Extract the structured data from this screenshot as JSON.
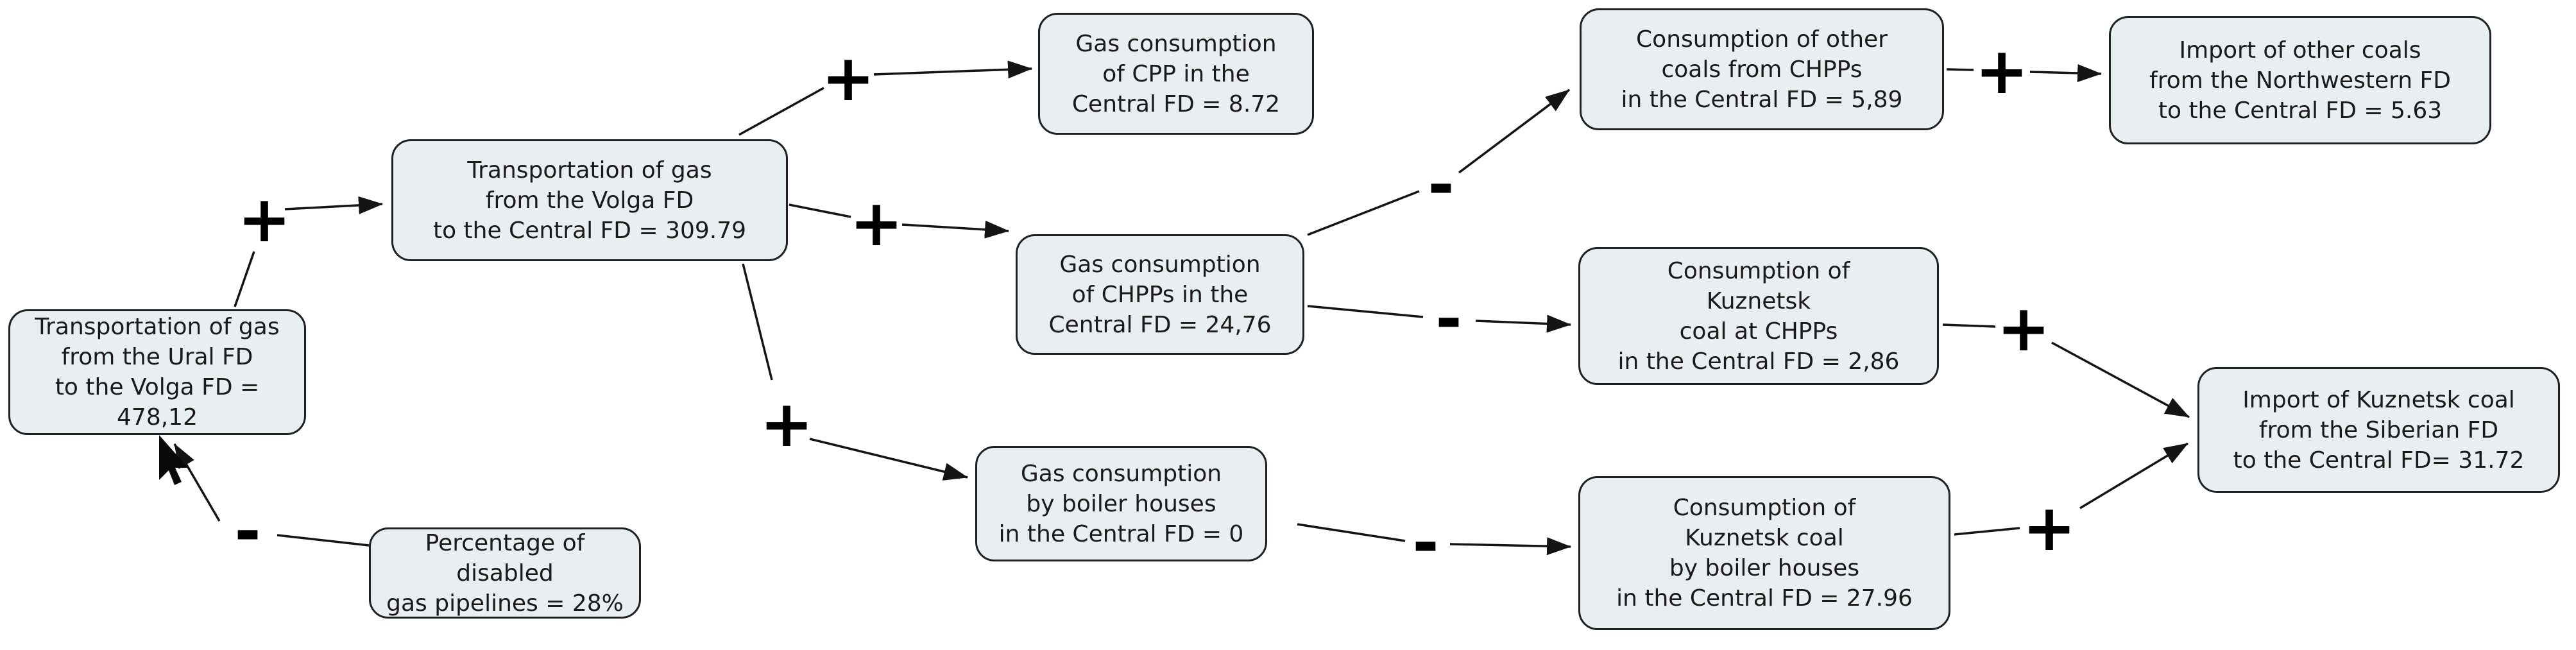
{
  "diagram": {
    "type": "causal-map",
    "colors": {
      "node_fill": "#e9eef1",
      "node_border": "#1e2023",
      "edge": "#141414",
      "background": "#ffffff"
    }
  },
  "nodes": [
    {
      "id": "ural_volga_gas",
      "label": "Transportation of gas\nfrom the Ural FD\nto the Volga FD = 478,12",
      "value": "478,12"
    },
    {
      "id": "disabled_pipelines",
      "label": "Percentage of disabled\ngas pipelines = 28%",
      "value": "28%"
    },
    {
      "id": "volga_central_gas",
      "label": "Transportation of gas\nfrom the Volga FD\nto the Central FD = 309.79",
      "value": "309.79"
    },
    {
      "id": "cpp_gas",
      "label": "Gas consumption\nof CPP in the\nCentral FD = 8.72",
      "value": "8.72"
    },
    {
      "id": "chpp_gas",
      "label": "Gas consumption\nof CHPPs in the\nCentral FD = 24,76",
      "value": "24,76"
    },
    {
      "id": "boiler_gas",
      "label": "Gas consumption\nby boiler houses\nin the Central FD = 0",
      "value": "0"
    },
    {
      "id": "other_coals_chpp",
      "label": "Consumption of other\ncoals from CHPPs\nin the Central FD = 5,89",
      "value": "5,89"
    },
    {
      "id": "import_other_coals",
      "label": "Import of other coals\nfrom the Northwestern FD\nto the Central FD = 5.63",
      "value": "5.63"
    },
    {
      "id": "kuznetsk_chpp",
      "label": "Consumption of\nKuznetsk\ncoal at CHPPs\nin the Central FD = 2,86",
      "value": "2,86"
    },
    {
      "id": "kuznetsk_boiler",
      "label": "Consumption of\nKuznetsk coal\nby boiler houses\nin the Central FD = 27.96",
      "value": "27.96"
    },
    {
      "id": "import_kuznetsk",
      "label": "Import of Kuznetsk coal\nfrom the Siberian FD\nto the Central FD= 31.72",
      "value": "31.72"
    }
  ],
  "edges": [
    {
      "from": "disabled_pipelines",
      "to": "ural_volga_gas",
      "sign": "-"
    },
    {
      "from": "ural_volga_gas",
      "to": "volga_central_gas",
      "sign": "+"
    },
    {
      "from": "volga_central_gas",
      "to": "cpp_gas",
      "sign": "+"
    },
    {
      "from": "volga_central_gas",
      "to": "chpp_gas",
      "sign": "+"
    },
    {
      "from": "volga_central_gas",
      "to": "boiler_gas",
      "sign": "+"
    },
    {
      "from": "chpp_gas",
      "to": "other_coals_chpp",
      "sign": "-"
    },
    {
      "from": "chpp_gas",
      "to": "kuznetsk_chpp",
      "sign": "-"
    },
    {
      "from": "boiler_gas",
      "to": "kuznetsk_boiler",
      "sign": "-"
    },
    {
      "from": "other_coals_chpp",
      "to": "import_other_coals",
      "sign": "+"
    },
    {
      "from": "kuznetsk_chpp",
      "to": "import_kuznetsk",
      "sign": "+"
    },
    {
      "from": "kuznetsk_boiler",
      "to": "import_kuznetsk",
      "sign": "+"
    }
  ]
}
